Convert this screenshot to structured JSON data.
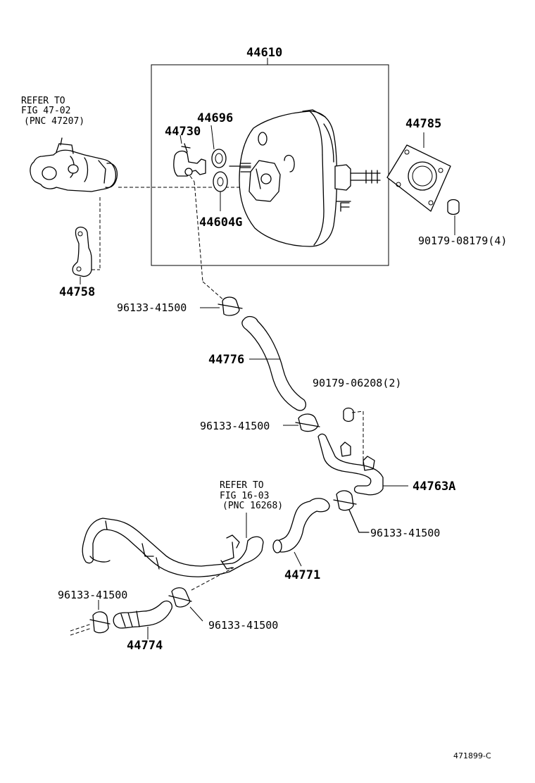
{
  "labels": {
    "assembly": "44610",
    "gasket_plate": "44785",
    "valve": "44696",
    "union": "44730",
    "grommet": "44604G",
    "bracket": "44758",
    "nut_booster": "90179-08179(4)",
    "hose_upper": "44776",
    "nut_pipe": "90179-06208(2)",
    "pipe": "44763A",
    "hose_middle": "44771",
    "hose_lower": "44774",
    "clamp_1": "96133-41500",
    "clamp_2": "96133-41500",
    "clamp_3": "96133-41500",
    "clamp_4": "96133-41500",
    "clamp_5": "96133-41500"
  },
  "refer_master_cyl": {
    "line1": "REFER TO",
    "line2": "FIG 47-02",
    "line3": "(PNC 47207)"
  },
  "refer_manifold": {
    "line1": "REFER TO",
    "line2": "FIG 16-03",
    "line3": "(PNC 16268)"
  },
  "diagram_code": "471899-C"
}
